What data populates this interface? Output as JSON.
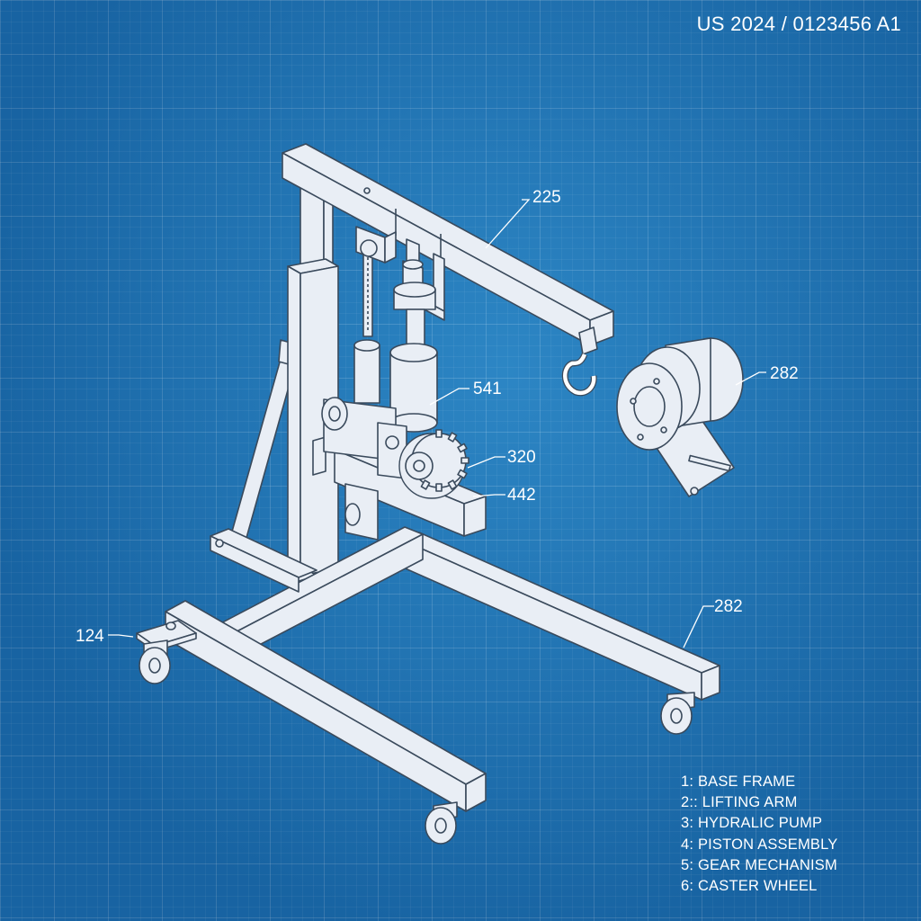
{
  "patent_number": "US 2024 / 0123456 A1",
  "reference_labels": {
    "arm": "225",
    "pump": "541",
    "pulley": "282",
    "gear": "320",
    "crossbar": "442",
    "caster": "124",
    "leg": "282"
  },
  "legend": [
    "1: BASE FRAME",
    "2:: LIFTING ARM",
    "3: HYDRALIC PUMP",
    "4: PISTON ASSEMBLY",
    "5: GEAR MECHANISM",
    "6: CASTER WHEEL"
  ],
  "colors": {
    "background": "#1f78b8",
    "line": "#ffffff",
    "fill": "#e9eef5"
  }
}
